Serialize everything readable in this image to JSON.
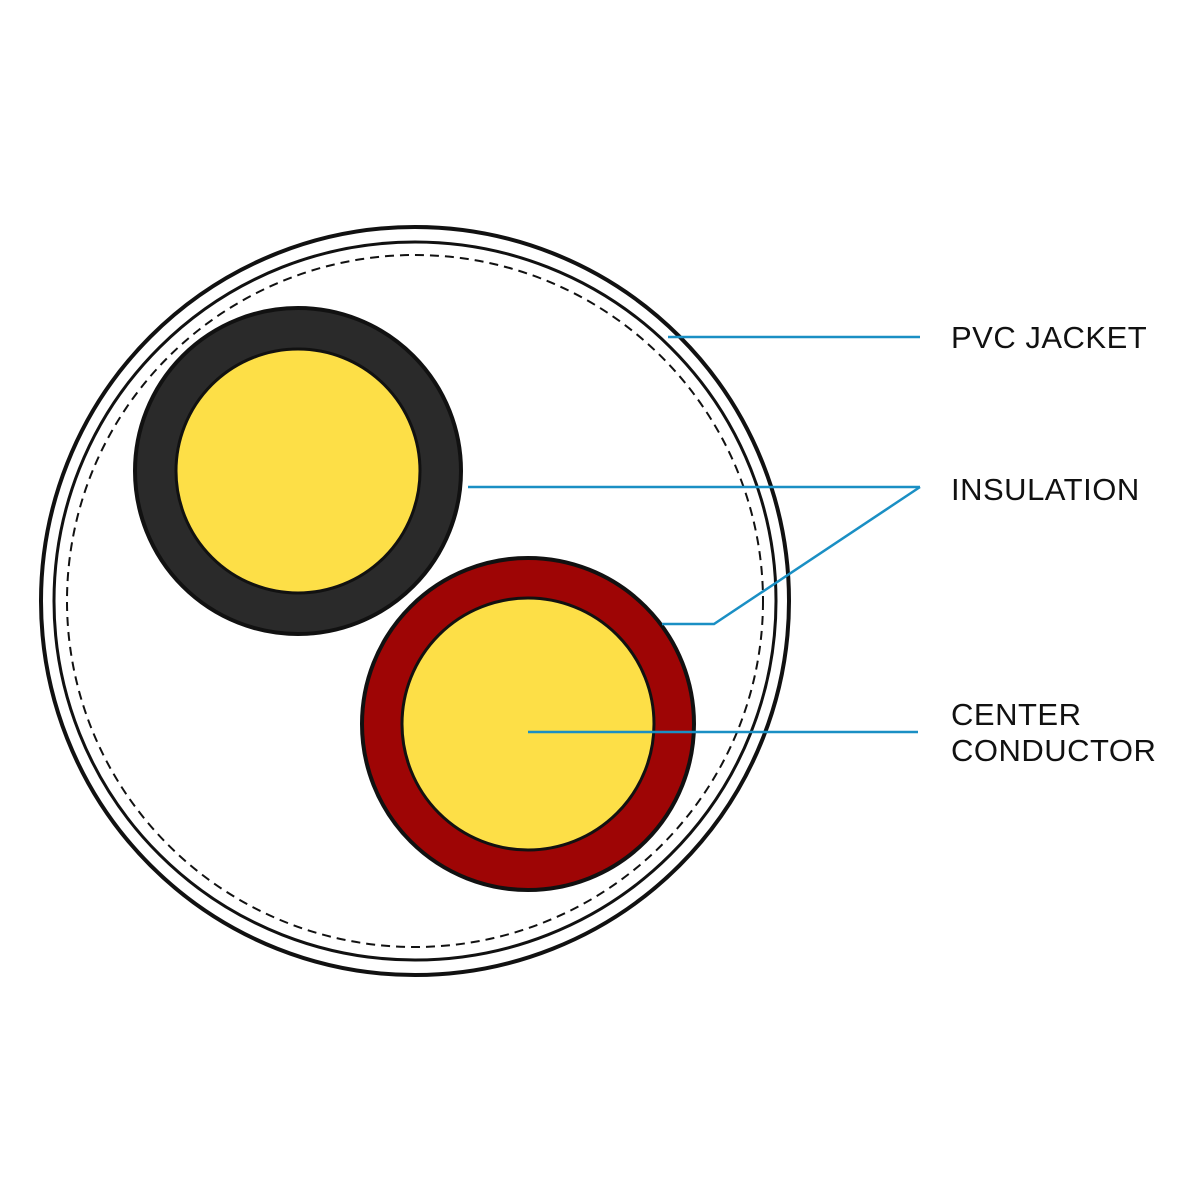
{
  "labels": {
    "jacket": "PVC JACKET",
    "insulation": "INSULATION",
    "conductor_line1": "CENTER",
    "conductor_line2": "CONDUCTOR"
  },
  "colors": {
    "background": "#ffffff",
    "outline": "#111111",
    "leader_line": "#1a8fc4",
    "conductor": "#fddf47",
    "insulation_black": "#2a2a2a",
    "insulation_red": "#9e0505"
  }
}
